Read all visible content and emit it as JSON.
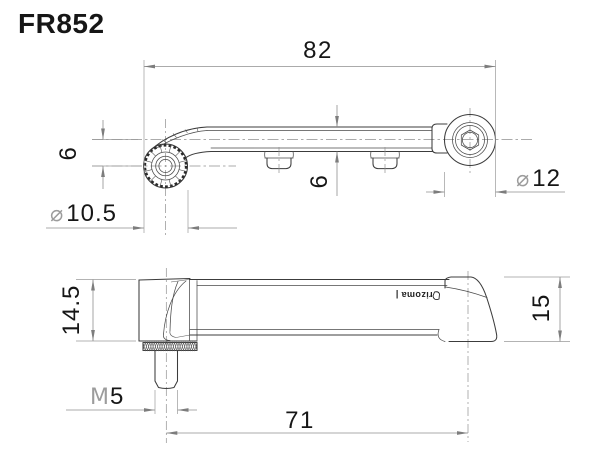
{
  "title": "FR852",
  "symbols": {
    "diameter": "⌀"
  },
  "top_view": {
    "dims": {
      "overall_length": "82",
      "axis_offset": "6",
      "arm_width": "6",
      "left_boss_diameter": "10.5",
      "right_boss_diameter": "12"
    }
  },
  "side_view": {
    "dims": {
      "height": "14.5",
      "thread_prefix": "M",
      "thread_size": "5",
      "stud_to_end_length": "71",
      "end_height": "15"
    },
    "logo_text": "rizoma |"
  }
}
